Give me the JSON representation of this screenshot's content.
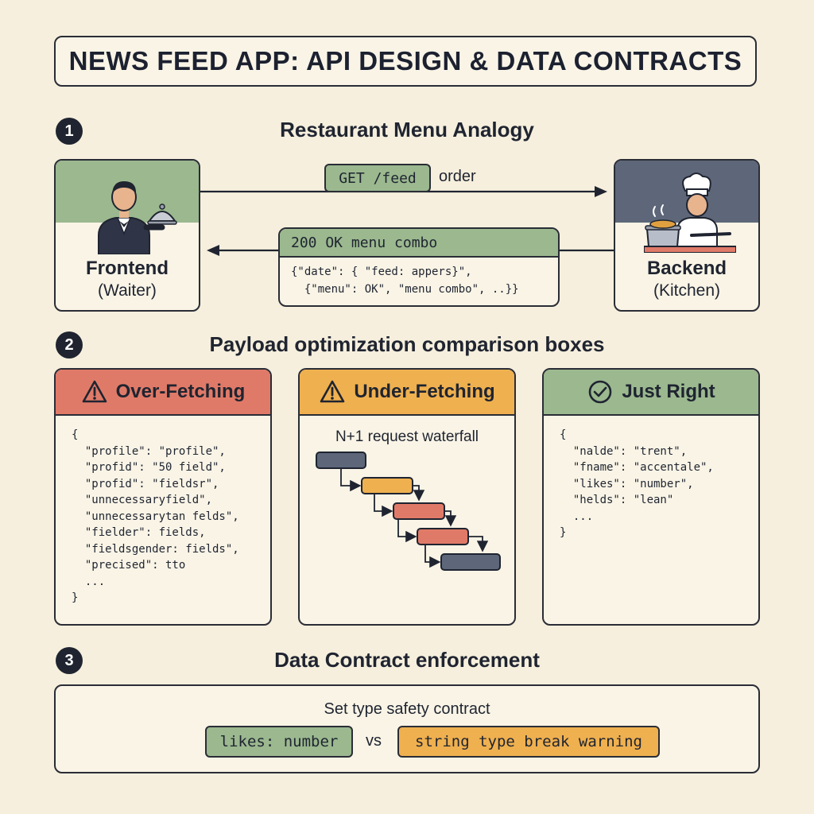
{
  "title": "NEWS FEED APP: API DESIGN & DATA CONTRACTS",
  "sections": [
    {
      "number": "1",
      "title": "Restaurant Menu Analogy"
    },
    {
      "number": "2",
      "title": "Payload optimization comparison boxes"
    },
    {
      "number": "3",
      "title": "Data Contract enforcement"
    }
  ],
  "analogy": {
    "frontend": {
      "name": "Frontend",
      "role": "(Waiter)"
    },
    "backend": {
      "name": "Backend",
      "role": "(Kitchen)"
    },
    "request": {
      "pill": "GET /feed",
      "label": "order"
    },
    "response": {
      "header": "200 OK  menu combo",
      "lines": [
        "{\"date\": { \"feed: appers}\",",
        "  {\"menu\": OK\", \"menu combo\", ..}}"
      ]
    }
  },
  "comparisons": {
    "over": {
      "title": "Over-Fetching",
      "icon": "warning-icon",
      "lines": [
        "{",
        "  \"profile\": \"profile\",",
        "  \"profid\": \"50 field\",",
        "  \"profid\": \"fieldsr\",",
        "  \"unnecessaryfield\",",
        "  \"unnecessarytan felds\",",
        "  \"fielder\": fields,",
        "  \"fieldsgender: fields\",",
        "  \"precised\": tto",
        "  ...",
        "}"
      ]
    },
    "under": {
      "title": "Under-Fetching",
      "icon": "warning-icon",
      "caption": "N+1 request waterfall"
    },
    "right": {
      "title": "Just Right",
      "icon": "check-circle-icon",
      "lines": [
        "{",
        "  \"nalde\": \"trent\",",
        "  \"fname\": \"accentale\",",
        "  \"likes\": \"number\",",
        "  \"helds\": \"lean\"",
        "  ...",
        "}"
      ]
    }
  },
  "contract": {
    "caption": "Set type safety contract",
    "good": "likes: number",
    "vs": "vs",
    "bad": "string type break warning"
  },
  "colors": {
    "green": "#9bb88f",
    "red": "#e07a68",
    "orange": "#efb04f",
    "slate": "#5d6779",
    "ink": "#2a2d36",
    "paper": "#f9f4e6",
    "background": "#f6efdd"
  }
}
